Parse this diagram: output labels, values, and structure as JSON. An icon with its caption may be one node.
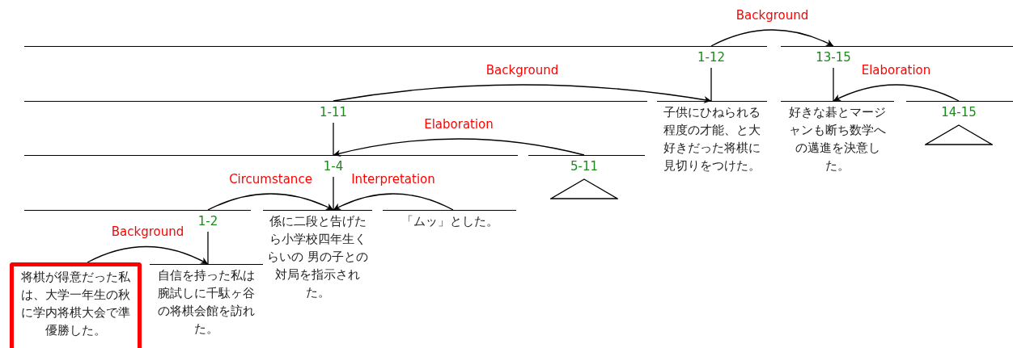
{
  "diagram": {
    "nodes": [
      {
        "text": [
          "1-12"
        ]
      },
      {
        "text": [
          "13-15"
        ]
      },
      {
        "text": [
          "1-11"
        ]
      },
      {
        "text": [
          "子供にひねられる程度の才能、と大好きだった将棋に見切りをつけた。"
        ]
      },
      {
        "text": [
          "好きな碁とマージャンも断ち数学への邁進を決意した。"
        ]
      },
      {
        "text": [
          "14-15"
        ]
      },
      {
        "text": [
          "1-4"
        ]
      },
      {
        "text": [
          "5-11"
        ]
      },
      {
        "text": [
          "1-2"
        ]
      },
      {
        "text": [
          "係に二段と告げたら小学校四年生くらいの 男の子との対局を指示された。"
        ]
      },
      {
        "text": [
          "「ムッ」とした。"
        ]
      },
      {
        "text": [
          "将棋が得意だった私は、大学一年生の秋に学内将棋大会で準優勝した。"
        ]
      },
      {
        "text": [
          "自信を持った私は腕試しに千駄ヶ谷の将棋会館を訪れた。"
        ]
      },
      {
        "text": [],
        "shape": "triangle",
        "in": 5
      },
      {
        "text": [],
        "shape": "triangle",
        "in": 7
      }
    ],
    "edges": [
      {
        "from": 0,
        "to": 1,
        "arrow": "to",
        "label": "Background"
      },
      {
        "from": 0,
        "to": 3,
        "arrow": "none"
      },
      {
        "from": 1,
        "to": 4,
        "arrow": "none"
      },
      {
        "from": 2,
        "to": 3,
        "arrow": "to",
        "label": "Background"
      },
      {
        "from": 5,
        "to": 4,
        "arrow": "to",
        "label": "Elaboration"
      },
      {
        "from": 2,
        "to": 6,
        "arrow": "none"
      },
      {
        "from": 7,
        "to": 6,
        "arrow": "to",
        "label": "Elaboration"
      },
      {
        "from": 6,
        "to": 9,
        "arrow": "none"
      },
      {
        "from": 8,
        "to": 9,
        "arrow": "to",
        "label": "Circumstance"
      },
      {
        "from": 10,
        "to": 9,
        "arrow": "to",
        "label": "Interpretation"
      },
      {
        "from": 8,
        "to": 12,
        "arrow": "none"
      },
      {
        "from": 11,
        "to": 12,
        "arrow": "to",
        "label": "Background"
      }
    ]
  }
}
